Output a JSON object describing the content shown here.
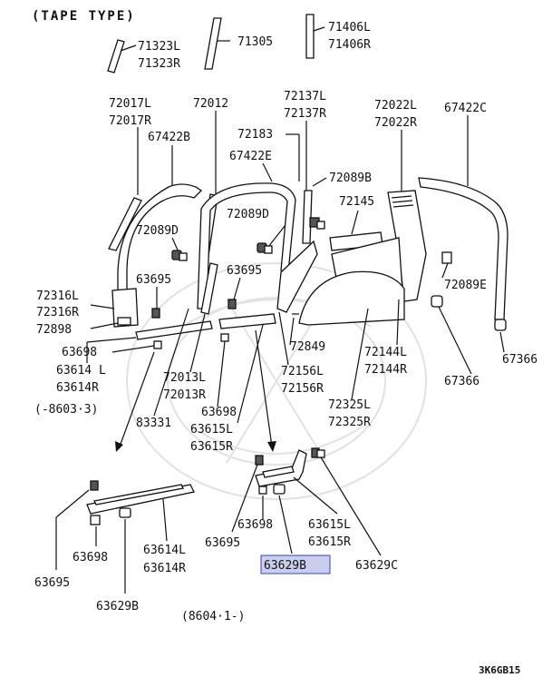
{
  "header": {
    "tape_type": "(TAPE TYPE)"
  },
  "labels": {
    "p71323": [
      "71323L",
      "71323R"
    ],
    "p71305": "71305",
    "p71406": [
      "71406L",
      "71406R"
    ],
    "p72017": [
      "72017L",
      "72017R"
    ],
    "p72012": "72012",
    "p72137": [
      "72137L",
      "72137R"
    ],
    "p72022": [
      "72022L",
      "72022R"
    ],
    "p67422C": "67422C",
    "p67422B": "67422B",
    "p72183": "72183",
    "p67422E": "67422E",
    "p72089B": "72089B",
    "p72145": "72145",
    "p72089D_left": "72089D",
    "p72089D_mid": "72089D",
    "p63695_a": "63695",
    "p63695_b": "63695",
    "p72089E": "72089E",
    "p72316": [
      "72316L",
      "72316R"
    ],
    "p72898": "72898",
    "p63698_a": "63698",
    "p63614_a": [
      "63614 L",
      "63614R"
    ],
    "p8603": "(-8603·3)",
    "p72849": "72849",
    "p72144": [
      "72144L",
      "72144R"
    ],
    "p67366_a": "67366",
    "p67366_b": "67366",
    "p72013": [
      "72013L",
      "72013R"
    ],
    "p72156": [
      "72156L",
      "72156R"
    ],
    "p83331": "83331",
    "p63698_b": "63698",
    "p63615_a": [
      "63615L",
      "63615R"
    ],
    "p72325": [
      "72325L",
      "72325R"
    ],
    "p63698_c": "63698",
    "p63615_b": [
      "63615L",
      "63615R"
    ],
    "p63695_c": "63695",
    "p63629B_hl": "63629B",
    "p63629C": "63629C",
    "p63698_d": "63698",
    "p63614_b": [
      "63614L",
      "63614R"
    ],
    "p63695_d": "63695",
    "p63629B_b": "63629B",
    "p8604": "(8604·1-)",
    "diagram_code": "3K6GB15"
  },
  "colors": {
    "ink": "#111111",
    "highlight_fill": "#c9cdee",
    "highlight_border": "#3a43a8"
  }
}
